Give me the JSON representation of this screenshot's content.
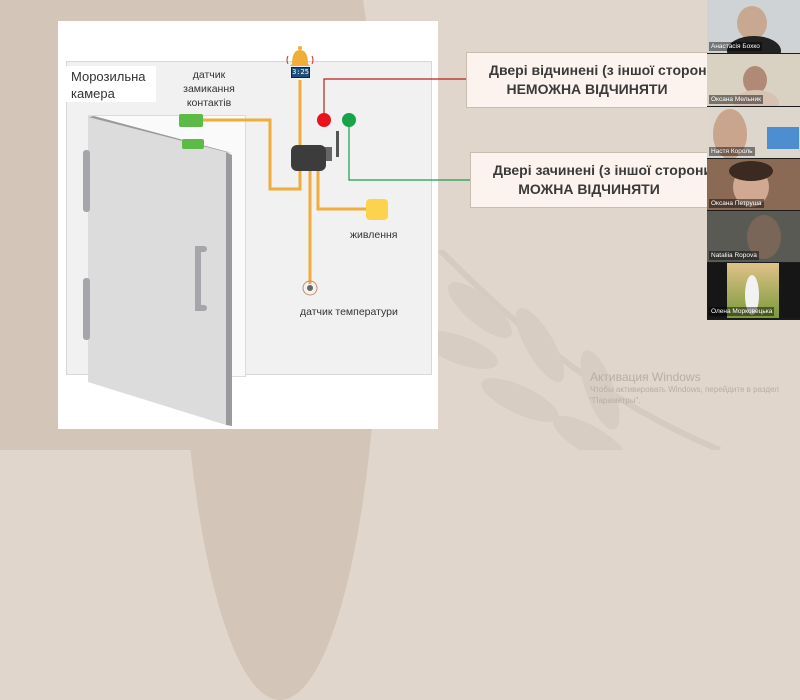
{
  "diagram": {
    "freezer_label": "Морозильна камера",
    "contact_sensor_label": "датчик замикання контактів",
    "power_label": "живлення",
    "temperature_sensor_label": "датчик температури",
    "clock_display": "3:25",
    "icons": {
      "alarm": "bell-icon",
      "controller": "gsm-controller-icon",
      "red_led": "red-indicator",
      "green_led": "green-indicator"
    },
    "colors": {
      "wire": "#f0ad3a",
      "red_led": "#e8141c",
      "green_led": "#16a34a",
      "sensor": "#5dba47",
      "power": "#fcd34d",
      "controller": "#3c3c3c"
    }
  },
  "callouts": [
    {
      "line1": "Двері відчинені (з іншої сторони)",
      "line2": "НЕМОЖНА ВІДЧИНЯТИ"
    },
    {
      "line1": "Двері зачинені (з іншої сторони)",
      "line2": "МОЖНА ВІДЧИНЯТИ"
    }
  ],
  "participants": [
    {
      "name": "Анастасія Бохко"
    },
    {
      "name": "Оксана Мельник"
    },
    {
      "name": "Настя Король"
    },
    {
      "name": "Оксана Петруша"
    },
    {
      "name": "Nataliia Ropova"
    },
    {
      "name": "Олена Морковецька"
    }
  ],
  "watermark": {
    "title": "Активация Windows",
    "text": "Чтобы активировать Windows, перейдите в раздел \"Параметры\"."
  }
}
